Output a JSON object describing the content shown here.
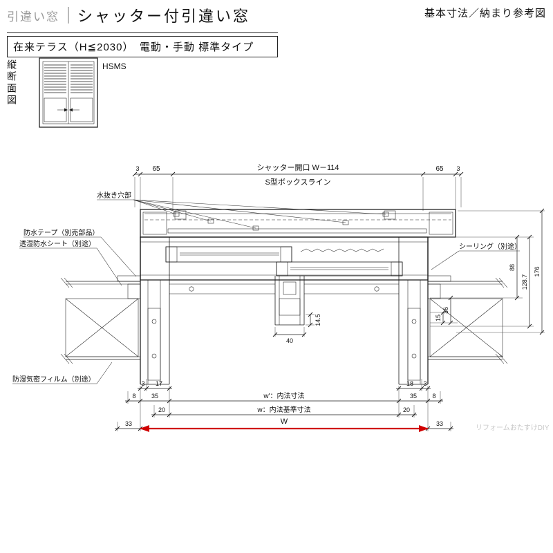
{
  "header": {
    "category": "引違い窓",
    "title": "シャッター付引違い窓",
    "corner_note": "基本寸法／納まり参考図",
    "subtitle": "在来テラス（H≦2030）　電動・手動 標準タイプ"
  },
  "sidebar": {
    "section_view_label": "縦断面図",
    "model_code": "HSMS"
  },
  "annotations": {
    "drain_hole": "水抜き穴部",
    "waterproof_tape": "防水テープ（別売部品）",
    "breathable_sheet": "透湿防水シート（別途）",
    "sealing": "シーリング（別途）",
    "dampproof_film": "防湿気密フィルム（別途）",
    "shutter_opening": "シャッター開口 W－114",
    "box_line": "S型ボックスライン",
    "watermark": "リフォームおたすけDIY"
  },
  "dimensions": {
    "top": {
      "left_3": "3",
      "left_65": "65",
      "right_65": "65",
      "right_3": "3"
    },
    "right": {
      "d176": "176",
      "d128_7": "128.7",
      "d88": "88",
      "d36": "36",
      "d15": "15"
    },
    "center": {
      "d40": "40",
      "d14_5": "14.5"
    },
    "bottom": {
      "row1_left_3": "3",
      "row1_left_17": "17",
      "row1_right_18": "18",
      "row1_right_3": "3",
      "row2_left_8": "8",
      "row2_left_35": "35",
      "w_prime_label": "w'：内法寸法",
      "row2_right_35": "35",
      "row2_right_8": "8",
      "row3_left_20": "20",
      "w_label": "w：内法基準寸法",
      "row3_right_20": "20",
      "row4_left_33": "33",
      "w_total": "W",
      "row4_right_33": "33"
    }
  },
  "colors": {
    "accent_red": "#d00000",
    "line": "#1a1a1a"
  }
}
